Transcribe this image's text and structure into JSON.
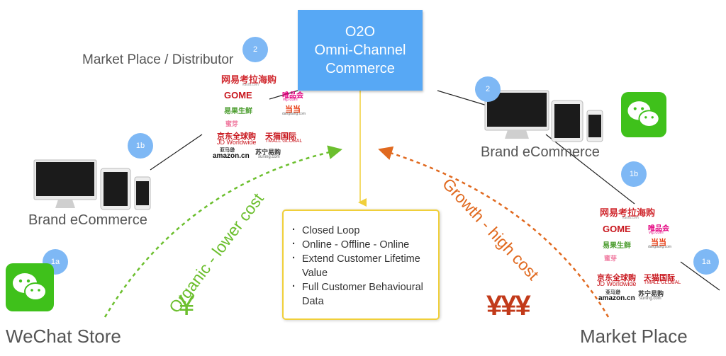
{
  "center": {
    "line1": "O2O",
    "line2": "Omni-Channel",
    "line3": "Commerce"
  },
  "badges": {
    "b2_left": "2",
    "b1b_left": "1b",
    "b1a_left": "1a",
    "b2_right": "2",
    "b1b_right": "1b",
    "b1a_right": "1a"
  },
  "labels": {
    "marketplace_distributor": "Market Place / Distributor",
    "brand_ecommerce_left": "Brand eCommerce",
    "brand_ecommerce_right": "Brand eCommerce",
    "wechat_store": "WeChat Store",
    "market_place": "Market Place"
  },
  "arcs": {
    "organic": "Organic - lower cost",
    "growth": "Growth - high cost"
  },
  "currency": {
    "low": "¥",
    "high": "¥¥¥"
  },
  "bullets": [
    "Closed Loop",
    "Online - Offline - Online",
    "Extend Customer Lifetime Value",
    "Full Customer Behavioural Data"
  ],
  "logos": {
    "kaola": "网易考拉海购",
    "kaola_sub": "kaola.com",
    "gome": "GOME",
    "vip": "唯品会",
    "vip_sub": "vip.com",
    "yiguo": "易果生鲜",
    "dangdang": "当当",
    "dangdang_sub": "dangdang.com",
    "miya": "蜜芽",
    "jd": "京东全球购",
    "jd_sub": "JD Worldwide",
    "tmall": "天猫国际",
    "tmall_sub": "TMALL GLOBAL",
    "amazon": "amazon.cn",
    "amazon_cn": "亚马逊",
    "suning": "苏宁易购",
    "suning_sub": "suning.com"
  },
  "colors": {
    "center_box": "#57a8f5",
    "badge": "#7eb8f5",
    "organic": "#6cbf2e",
    "growth": "#e0691f",
    "bullet_border": "#f0cf3a",
    "wechat": "#3fc11b"
  }
}
